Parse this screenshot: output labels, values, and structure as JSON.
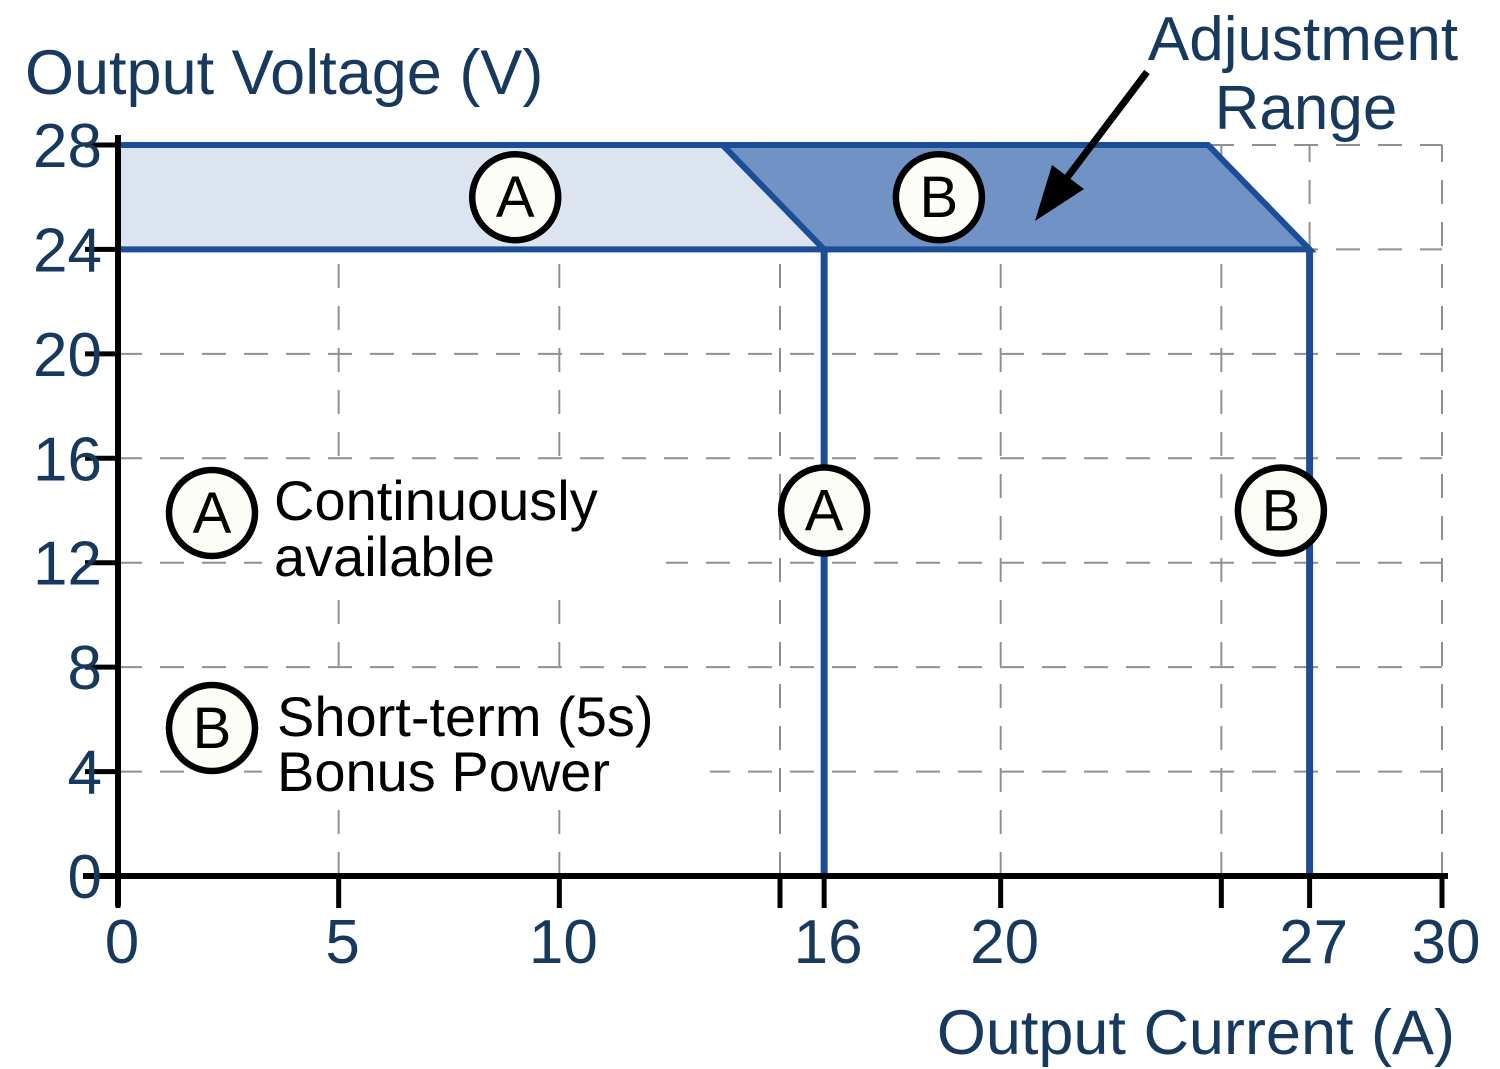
{
  "annotation": {
    "line1": "Adjustment",
    "line2": "Range"
  },
  "legend": {
    "items": [
      {
        "letter": "A",
        "lines": [
          "Continuously",
          "available"
        ]
      },
      {
        "letter": "B",
        "lines": [
          "Short-term (5s)",
          "Bonus Power"
        ]
      }
    ]
  },
  "chart_data": {
    "type": "area",
    "title": "",
    "xlabel": "Output Current (A)",
    "ylabel": "Output Voltage (V)",
    "xlim": [
      0,
      30
    ],
    "ylim": [
      0,
      28
    ],
    "grid": true,
    "x_ticks": [
      {
        "v": 0,
        "label": "0"
      },
      {
        "v": 5,
        "label": "5"
      },
      {
        "v": 10,
        "label": "10"
      },
      {
        "v": 15,
        "label": ""
      },
      {
        "v": 16,
        "label": "16"
      },
      {
        "v": 20,
        "label": "20"
      },
      {
        "v": 25,
        "label": ""
      },
      {
        "v": 27,
        "label": "27"
      },
      {
        "v": 30,
        "label": "30"
      }
    ],
    "y_ticks": [
      {
        "v": 0,
        "label": "0"
      },
      {
        "v": 4,
        "label": "4"
      },
      {
        "v": 8,
        "label": "8"
      },
      {
        "v": 12,
        "label": "12"
      },
      {
        "v": 16,
        "label": "16"
      },
      {
        "v": 20,
        "label": "20"
      },
      {
        "v": 24,
        "label": "24"
      },
      {
        "v": 28,
        "label": "28"
      }
    ],
    "x_gridlines": [
      5,
      10,
      15,
      20,
      25,
      27,
      30
    ],
    "y_gridlines": [
      4,
      8,
      12,
      16,
      20,
      24,
      28
    ],
    "regions": [
      {
        "letter": "A",
        "meaning": "Continuously available",
        "points": [
          [
            0,
            24
          ],
          [
            0,
            28
          ],
          [
            13.7,
            28
          ],
          [
            16,
            24
          ]
        ],
        "fill": "#dce4f0"
      },
      {
        "letter": "B",
        "meaning": "Short-term (5s) Bonus Power",
        "points": [
          [
            13.7,
            28
          ],
          [
            24.7,
            28
          ],
          [
            27,
            24
          ],
          [
            16,
            24
          ]
        ],
        "fill": "#7092c5"
      }
    ],
    "vertical_lines": [
      {
        "x": 16,
        "y_top": 24,
        "letter": "A"
      },
      {
        "x": 27,
        "y_top": 24,
        "letter": "B"
      }
    ],
    "markers": [
      {
        "letter": "A",
        "x": 9.0,
        "y": 26
      },
      {
        "letter": "B",
        "x": 18.6,
        "y": 26
      },
      {
        "letter": "A",
        "x": 16.0,
        "y": 14
      },
      {
        "letter": "B",
        "x": 26.35,
        "y": 14
      }
    ],
    "adjustment_range_v": [
      24,
      28
    ],
    "colors": {
      "accent_line": "#1b4e96",
      "region_a_fill": "#dce4f0",
      "region_b_fill": "#7092c5",
      "grid": "#8f8f8f",
      "axis": "#000000",
      "label": "#17395e"
    }
  }
}
